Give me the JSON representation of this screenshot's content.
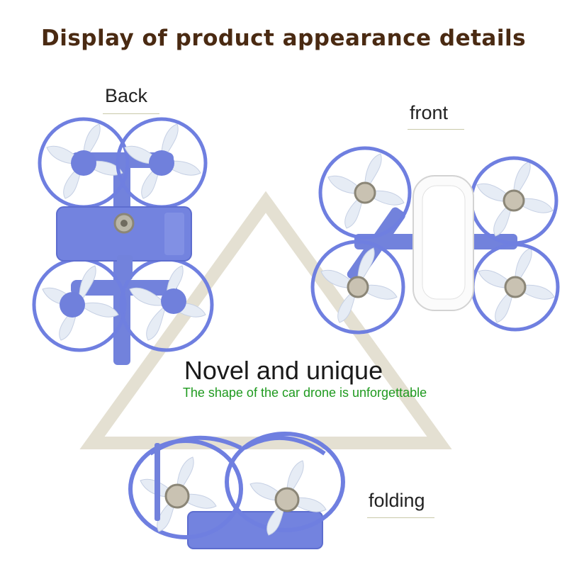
{
  "title": "Display of product appearance details",
  "views": {
    "back": {
      "label": "Back"
    },
    "front": {
      "label": "front"
    },
    "folding": {
      "label": "folding"
    }
  },
  "headline": "Novel and unique",
  "subline": "The shape of the car drone is unforgettable",
  "colors": {
    "title": "#4a2a12",
    "frame": "#6f7fe0",
    "blade": "#e6ecf5",
    "subline": "#1f9a1f",
    "triangle": "#e4e0d2"
  }
}
